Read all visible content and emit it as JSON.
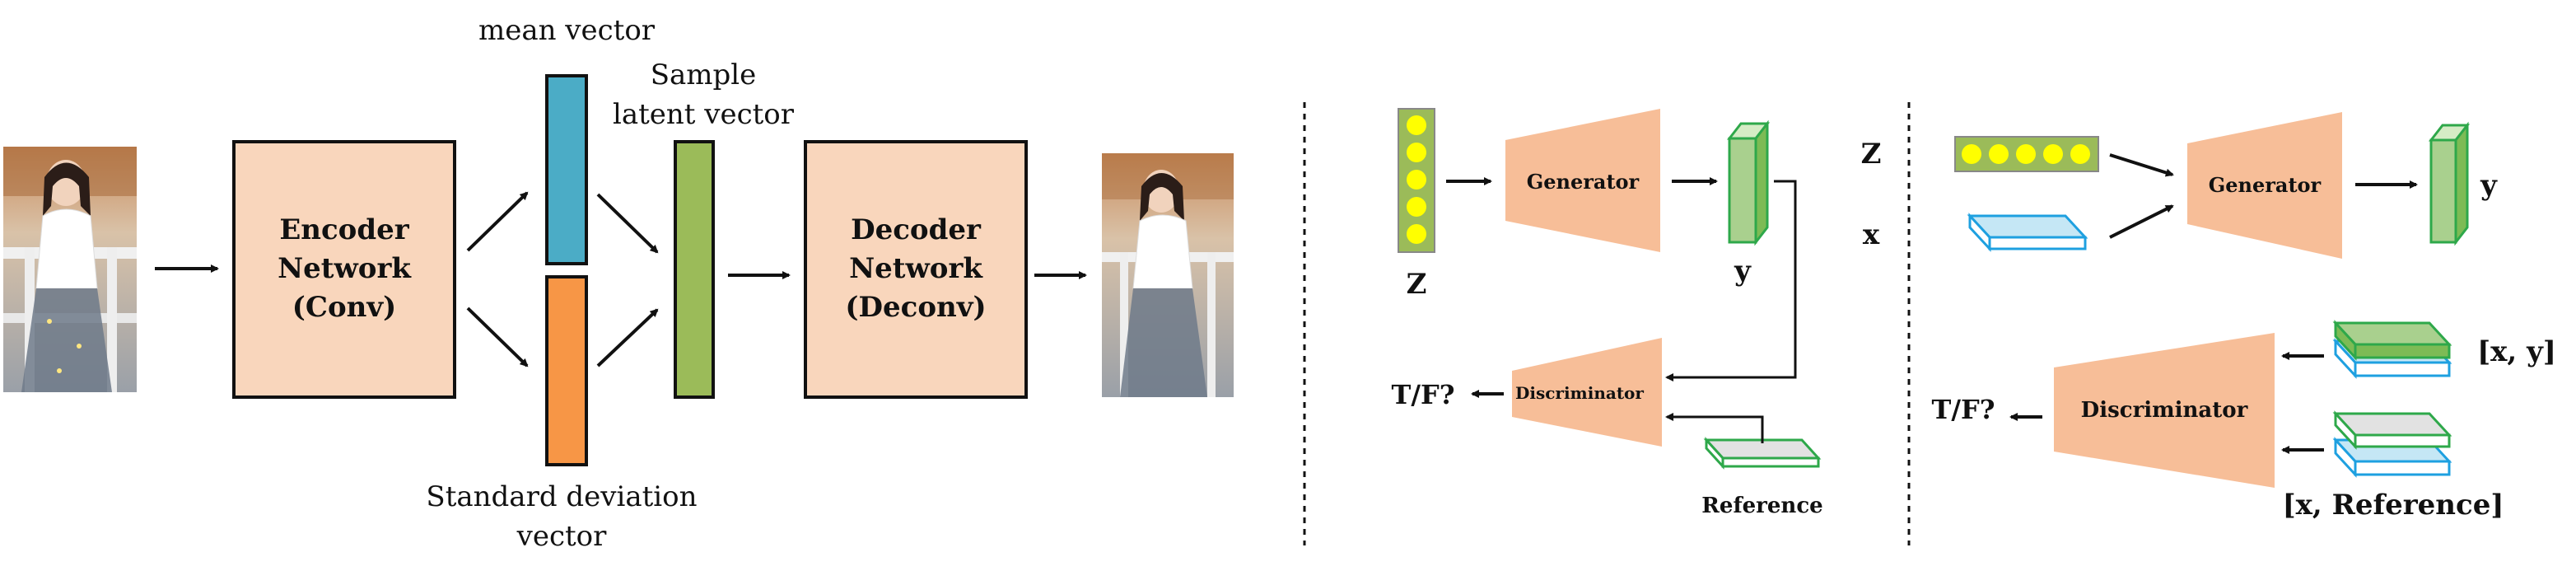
{
  "panel_vae": {
    "encoder_label": [
      "Encoder",
      "Network",
      "(Conv)"
    ],
    "decoder_label": [
      "Decoder",
      "Network",
      "(Deconv)"
    ],
    "mean_vector_label": "mean vector",
    "sample_label": [
      "Sample",
      "latent vector"
    ],
    "std_label": [
      "Standard deviation",
      "vector"
    ]
  },
  "panel_gan": {
    "z_label": "Z",
    "generator_label": "Generator",
    "y_label": "y",
    "discriminator_label": "Discriminator",
    "tf_label": "T/F?",
    "reference_label": "Reference"
  },
  "panel_cgan": {
    "z_label": "Z",
    "x_label": "x",
    "generator_label": "Generator",
    "y_label": "y",
    "discriminator_label": "Discriminator",
    "tf_label": "T/F?",
    "xy_label": "[x, y]",
    "xref_label": "[x, Reference]"
  },
  "colors": {
    "block_fill": "#f9d6bc",
    "trapezoid_fill": "#f7be98",
    "mean_vector": "#4bacc6",
    "std_vector": "#f79646",
    "latent_vector": "#9bbb59",
    "z_dot": "#ffff00",
    "y_green": "#a9d08e",
    "y_border": "#2ea84a",
    "x_blue": "#c5e7f5",
    "x_border": "#1ea0e0",
    "ref_gray": "#e2e2e2"
  }
}
